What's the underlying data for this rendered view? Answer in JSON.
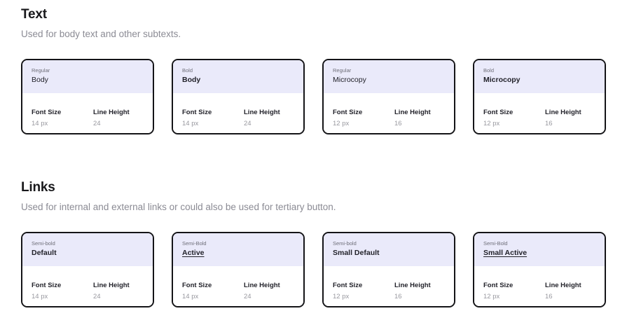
{
  "sections": [
    {
      "id": "text",
      "title": "Text",
      "description": "Used for body text and other subtexts.",
      "cards": [
        {
          "weight": "Regular",
          "sample": "Body",
          "sample_style": "regular",
          "underline": false,
          "font_size_label": "Font Size",
          "font_size_value": "14 px",
          "line_height_label": "Line Height",
          "line_height_value": "24"
        },
        {
          "weight": "Bold",
          "sample": "Body",
          "sample_style": "bold",
          "underline": false,
          "font_size_label": "Font Size",
          "font_size_value": "14 px",
          "line_height_label": "Line Height",
          "line_height_value": "24"
        },
        {
          "weight": "Regular",
          "sample": "Microcopy",
          "sample_style": "regular",
          "underline": false,
          "font_size_label": "Font Size",
          "font_size_value": "12 px",
          "line_height_label": "Line Height",
          "line_height_value": "16"
        },
        {
          "weight": "Bold",
          "sample": "Microcopy",
          "sample_style": "bold",
          "underline": false,
          "font_size_label": "Font Size",
          "font_size_value": "12 px",
          "line_height_label": "Line Height",
          "line_height_value": "16"
        }
      ]
    },
    {
      "id": "links",
      "title": "Links",
      "description": "Used for internal and external links or could also be used for tertiary button.",
      "cards": [
        {
          "weight": "Semi-bold",
          "sample": "Default",
          "sample_style": "semibold",
          "underline": false,
          "font_size_label": "Font Size",
          "font_size_value": "14 px",
          "line_height_label": "Line Height",
          "line_height_value": "24"
        },
        {
          "weight": "Semi-Bold",
          "sample": "Active",
          "sample_style": "semibold",
          "underline": true,
          "font_size_label": "Font Size",
          "font_size_value": "14 px",
          "line_height_label": "Line Height",
          "line_height_value": "24"
        },
        {
          "weight": "Semi-bold",
          "sample": "Small Default",
          "sample_style": "semibold",
          "underline": false,
          "font_size_label": "Font Size",
          "font_size_value": "12 px",
          "line_height_label": "Line Height",
          "line_height_value": "16"
        },
        {
          "weight": "Semi-Bold",
          "sample": "Small Active",
          "sample_style": "semibold",
          "underline": true,
          "font_size_label": "Font Size",
          "font_size_value": "12 px",
          "line_height_label": "Line Height",
          "line_height_value": "16"
        }
      ]
    }
  ],
  "colors": {
    "page_background": "#ffffff",
    "card_border": "#141417",
    "preview_background": "#eaeafa",
    "heading_text": "#18181b",
    "description_text": "#8b8b94",
    "meta_label_text": "#22222a",
    "meta_value_text": "#98989f",
    "weight_label_text": "#6e6e78"
  }
}
